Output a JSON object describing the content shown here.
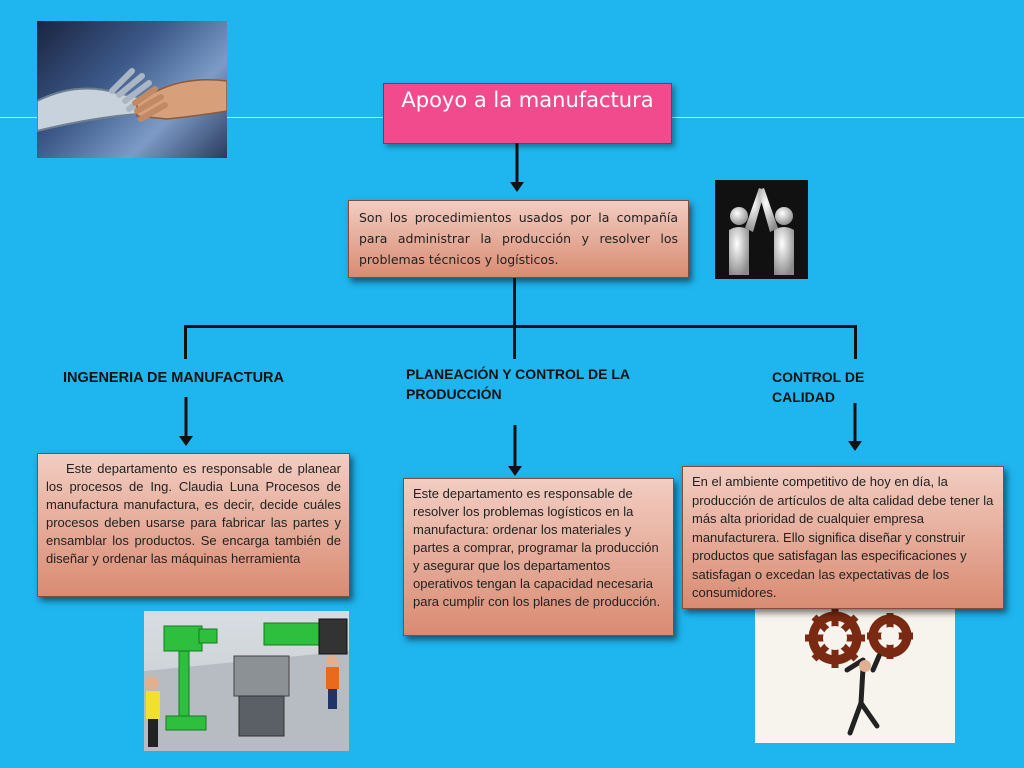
{
  "title": "Apoyo a la manufactura",
  "definition": "Son los procedimientos usados por la compañía para administrar la producción y resolver los problemas técnicos y logísticos.",
  "branches": [
    {
      "heading": "INGENERIA DE MANUFACTURA",
      "text": "Este departamento es responsable de planear los procesos de Ing. Claudia Luna Procesos de manufactura manufactura, es decir, decide cuáles procesos deben usarse para fabricar las partes y ensamblar los productos. Se encarga también de diseñar y ordenar las máquinas herramienta"
    },
    {
      "heading": "PLANEACIÓN Y CONTROL DE LA PRODUCCIÓN",
      "text": "Este departamento es responsable de resolver los problemas logísticos en la manufactura: ordenar los materiales y partes a comprar, programar la producción y asegurar que los departamentos operativos tengan la capacidad necesaria para cumplir con los planes de producción."
    },
    {
      "heading": "CONTROL DE CALIDAD",
      "text": "En el ambiente competitivo de hoy en día, la producción de artículos de alta calidad debe tener la más alta prioridad de cualquier empresa manufacturera. Ello significa diseñar y construir productos que satisfagan las especificaciones y satisfagan o excedan las expectativas de los consumidores."
    }
  ],
  "colors": {
    "background": "#1fb5ee",
    "title_box": "#f24b8d",
    "box_gradient_top": "#f2cdc2",
    "box_gradient_bottom": "#d98b72"
  },
  "icons": [
    "robot-hand-handshake-image",
    "high-five-figures-image",
    "factory-machines-image",
    "man-lifting-gears-image"
  ]
}
